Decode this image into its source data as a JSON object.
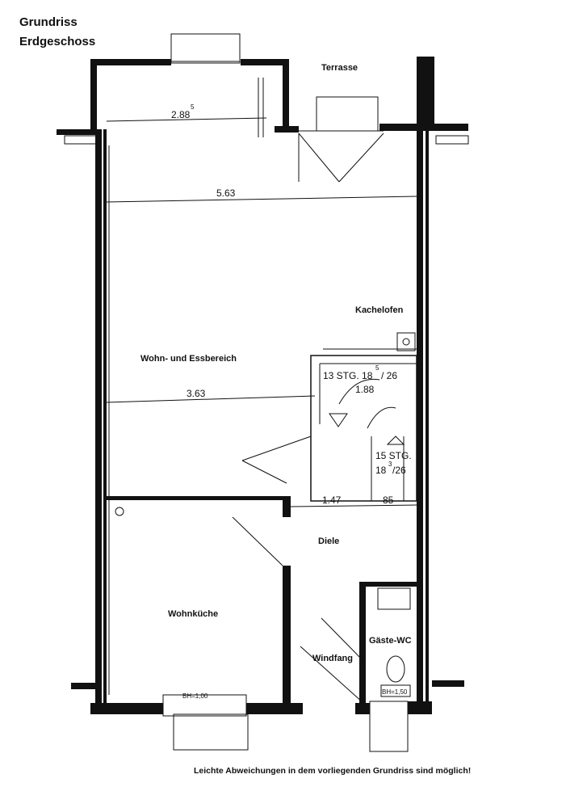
{
  "title": {
    "line1": "Grundriss",
    "line2": "Erdgeschoss"
  },
  "rooms": {
    "terrasse": "Terrasse",
    "kachelofen": "Kachelofen",
    "wohn_ess": "Wohn- und Essbereich",
    "diele": "Diele",
    "wohnkueche": "Wohnküche",
    "gaeste_wc": "Gäste-WC",
    "windfang": "Windfang"
  },
  "dimensions": {
    "width_top": "2.88",
    "width_top_sup": "5",
    "width_full": "5.63",
    "width_mid": "3.63",
    "width_diele": "1.47",
    "width_stair": "85"
  },
  "stairs": {
    "upper_steps": "13 STG. 18",
    "upper_ratio": "/ 26",
    "upper_sup": "5",
    "headroom": "1.88",
    "lower_steps": "15 STG.",
    "lower_ratio": "18",
    "lower_sup": "3",
    "lower_ratio_b": "/26"
  },
  "windows": {
    "kitchen_sill": "BH=1,00",
    "wc_sill": "BH=1,50"
  },
  "footer": "Leichte Abweichungen in dem vorliegenden Grundriss sind möglich!"
}
